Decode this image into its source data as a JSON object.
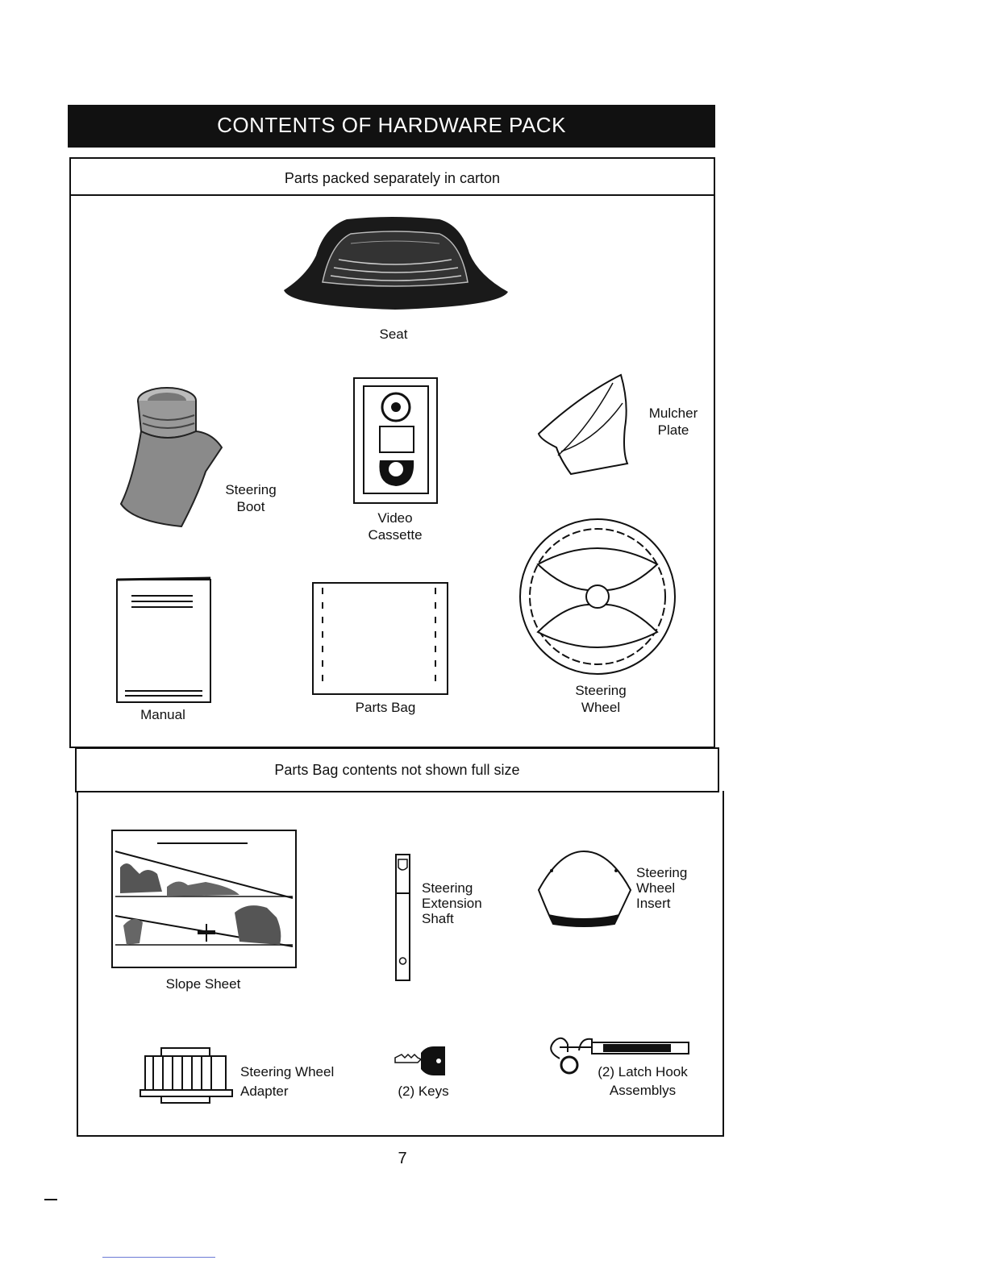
{
  "title": "CONTENTS OF HARDWARE PACK",
  "section1": {
    "header": "Parts packed separately in carton",
    "items": {
      "seat": "Seat",
      "steering_boot": [
        "Steering",
        "Boot"
      ],
      "video_cassette": [
        "Video",
        "Cassette"
      ],
      "mulcher_plate": [
        "Mulcher",
        "Plate"
      ],
      "manual": "Manual",
      "parts_bag": "Parts Bag",
      "steering_wheel": [
        "Steering",
        "Wheel"
      ]
    }
  },
  "section2": {
    "header": "Parts Bag contents not shown full size",
    "items": {
      "slope_sheet": "Slope Sheet",
      "extension_shaft": [
        "Steering",
        "Extension",
        "Shaft"
      ],
      "wheel_insert": [
        "Steering",
        "Wheel",
        "Insert"
      ],
      "wheel_adapter": [
        "Steering Wheel",
        "Adapter"
      ],
      "keys": "(2) Keys",
      "latch_hook": [
        "(2) Latch Hook",
        "Assemblys"
      ]
    }
  },
  "page_number": "7"
}
